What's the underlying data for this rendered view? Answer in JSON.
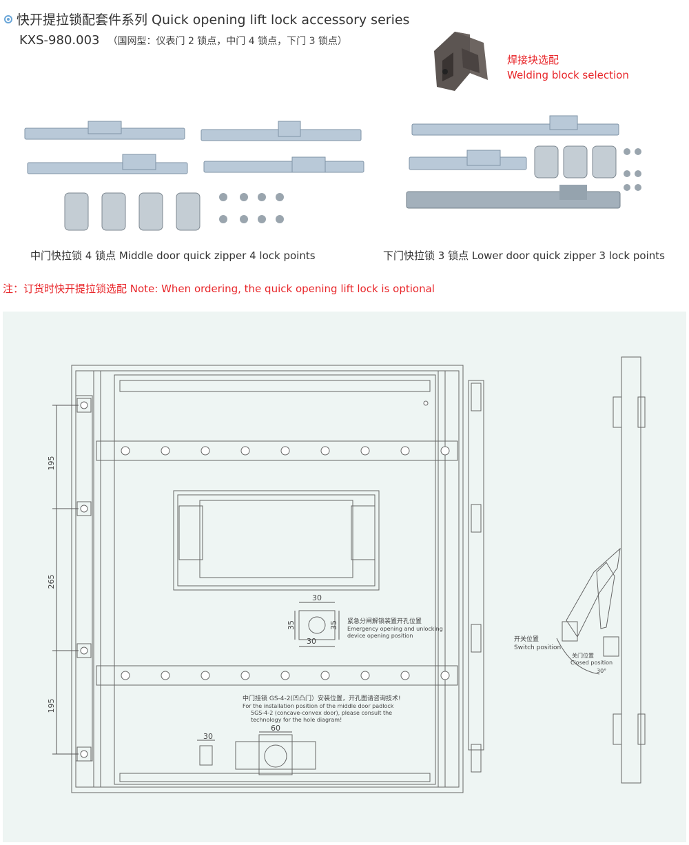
{
  "header": {
    "title": "快开提拉锁配套件系列 Quick opening lift lock accessory series",
    "model": "KXS-980.003",
    "model_note": "（国网型：仪表门 2 锁点，中门 4 锁点，下门 3 锁点）"
  },
  "welding": {
    "label_cn": "焊接块选配",
    "label_en": "Welding block selection"
  },
  "kits": {
    "middle_caption": "中门快拉锁 4 锁点 Middle door quick zipper 4 lock points",
    "lower_caption": "下门快拉锁 3 锁点 Lower door quick zipper 3 lock points"
  },
  "note": "注：订货时快开提拉锁选配 Note: When ordering, the quick opening lift lock is optional",
  "drawing": {
    "dim_195_top": "195",
    "dim_265": "265",
    "dim_195_bottom": "195",
    "dim_30_a": "30",
    "dim_35_left": "35",
    "dim_35_right": "35",
    "dim_30_b": "30",
    "dim_60": "60",
    "dim_30_c": "30",
    "emergency_cn": "紧急分闸解锁装置开孔位置",
    "emergency_en_1": "Emergency opening and unlocking",
    "emergency_en_2": "device opening position",
    "padlock_cn": "中门挂锁     GS-4-2(凹凸门）安装位置，开孔图请咨询技术!",
    "padlock_en_1": "For the installation position of the middle door padlock",
    "padlock_en_2": "5GS-4-2 (concave-convex door), please consult the",
    "padlock_en_3": "technology for the hole diagram!",
    "switch_cn": "开关位置",
    "switch_en": "Switch position",
    "closed_cn": "关门位置",
    "closed_en": "Closed position",
    "angle": "30°"
  }
}
